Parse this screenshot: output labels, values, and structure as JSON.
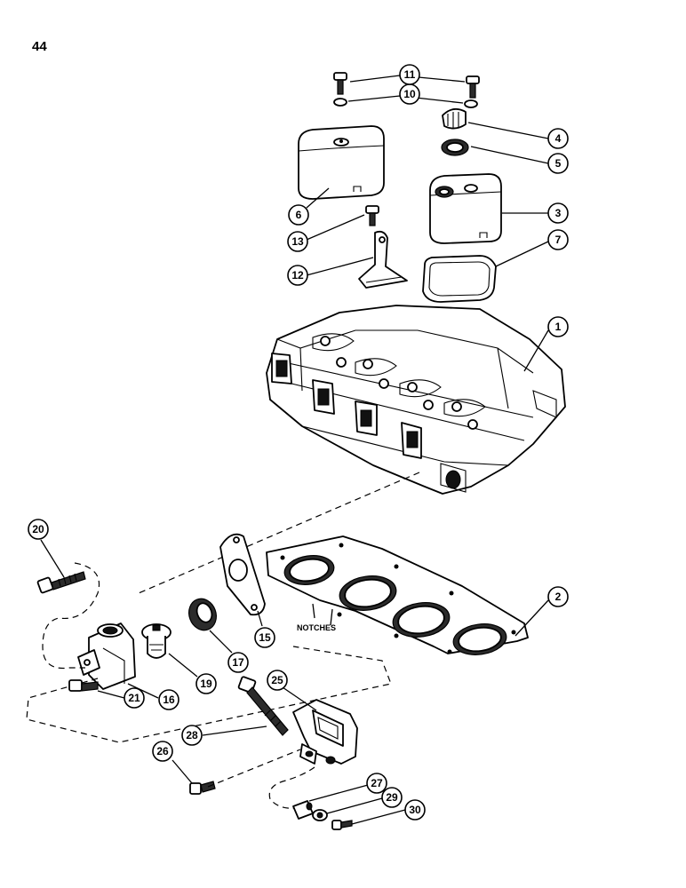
{
  "page": {
    "number": "44",
    "notches_label": "NOTCHES"
  },
  "callouts": [
    {
      "id": "c1",
      "label": "1"
    },
    {
      "id": "c2",
      "label": "2"
    },
    {
      "id": "c3",
      "label": "3"
    },
    {
      "id": "c4",
      "label": "4"
    },
    {
      "id": "c5",
      "label": "5"
    },
    {
      "id": "c6",
      "label": "6"
    },
    {
      "id": "c7",
      "label": "7"
    },
    {
      "id": "c10",
      "label": "10"
    },
    {
      "id": "c11",
      "label": "11"
    },
    {
      "id": "c12",
      "label": "12"
    },
    {
      "id": "c13",
      "label": "13"
    },
    {
      "id": "c15",
      "label": "15"
    },
    {
      "id": "c16",
      "label": "16"
    },
    {
      "id": "c17",
      "label": "17"
    },
    {
      "id": "c19",
      "label": "19"
    },
    {
      "id": "c20",
      "label": "20"
    },
    {
      "id": "c21",
      "label": "21"
    },
    {
      "id": "c25",
      "label": "25"
    },
    {
      "id": "c26",
      "label": "26"
    },
    {
      "id": "c27",
      "label": "27"
    },
    {
      "id": "c28",
      "label": "28"
    },
    {
      "id": "c29",
      "label": "29"
    },
    {
      "id": "c30",
      "label": "30"
    }
  ]
}
